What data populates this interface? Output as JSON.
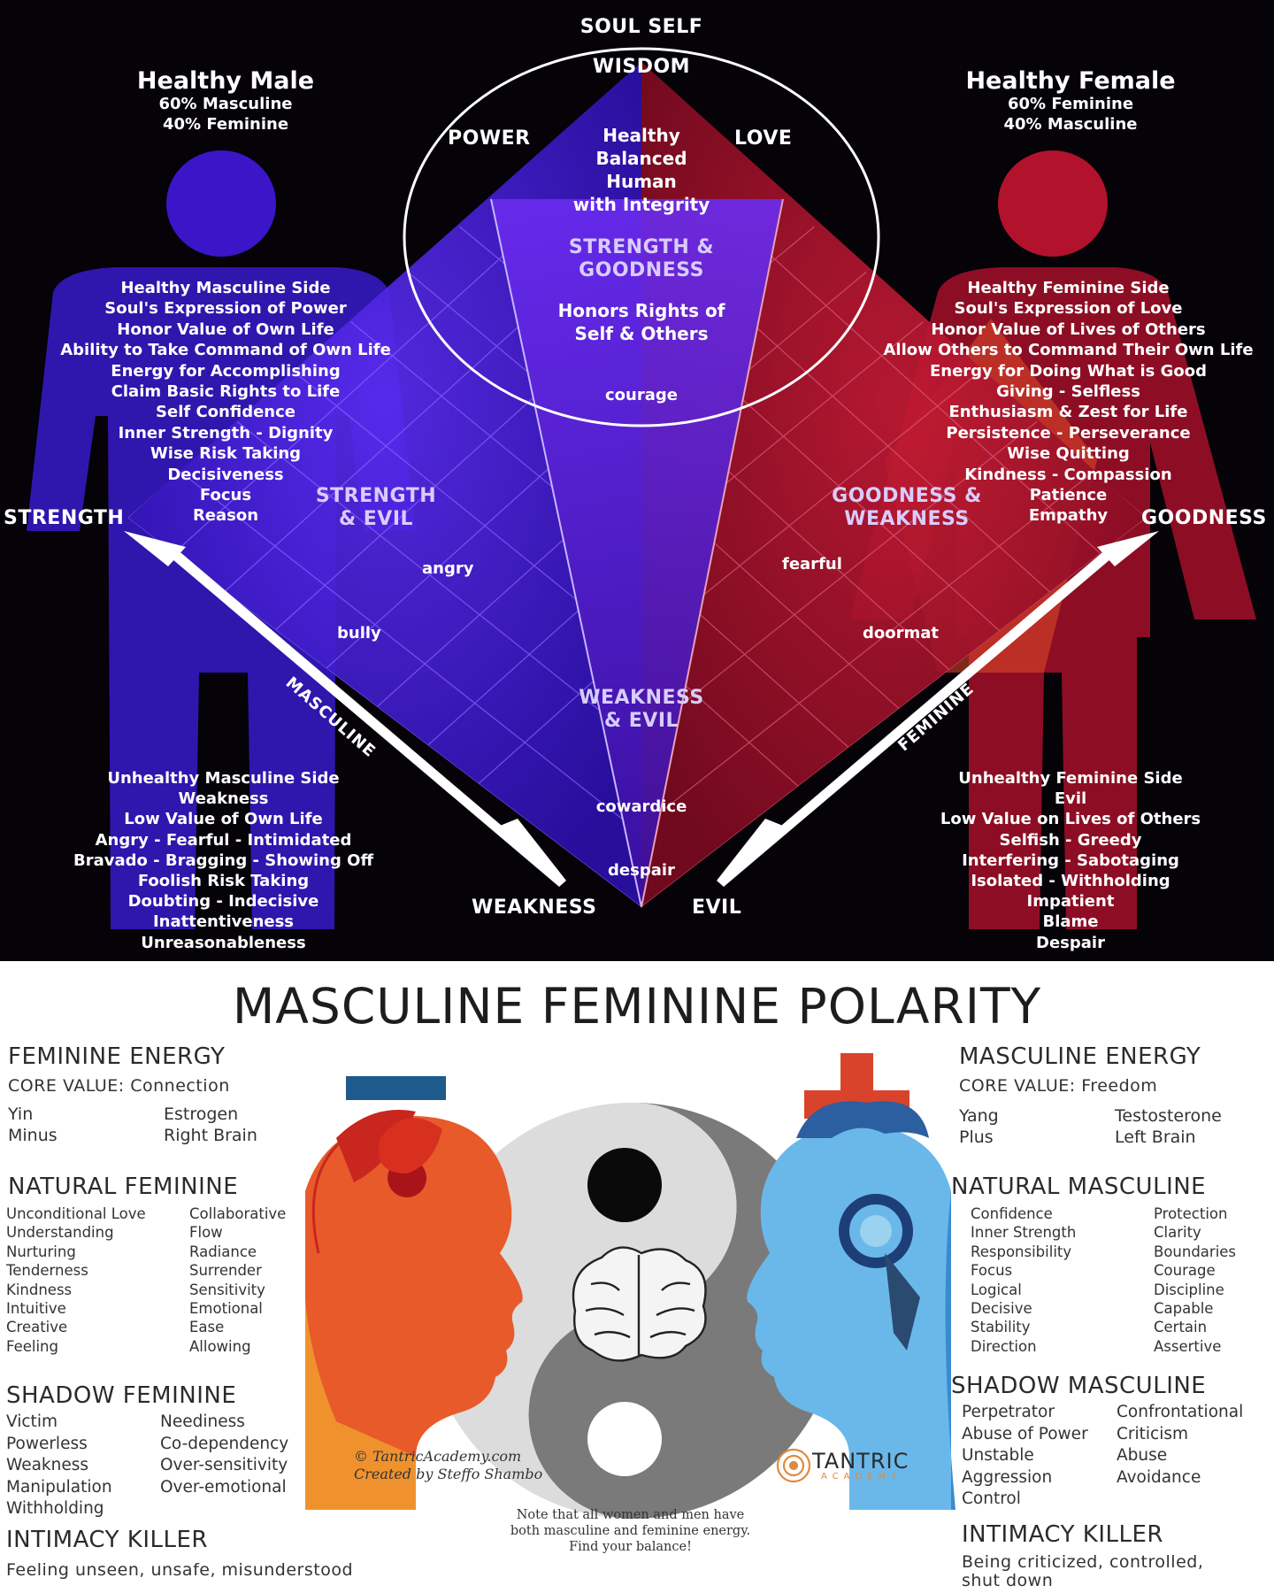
{
  "top": {
    "soul_self": "SOUL SELF",
    "wisdom": "WISDOM",
    "power": "POWER",
    "love": "LOVE",
    "center_lines": [
      "Healthy",
      "Balanced",
      "Human",
      "with Integrity"
    ],
    "strength_goodness": [
      "STRENGTH &",
      "GOODNESS"
    ],
    "honors": [
      "Honors Rights of",
      "Self & Others"
    ],
    "courage": "courage",
    "healthy_male": {
      "title": "Healthy Male",
      "lines": [
        "60% Masculine",
        "40% Feminine"
      ]
    },
    "healthy_female": {
      "title": "Healthy Female",
      "lines": [
        "60% Feminine",
        "40% Masculine"
      ]
    },
    "healthy_masculine_side": [
      "Healthy Masculine Side",
      "Soul's Expression of Power",
      "Honor Value of Own Life",
      "Ability to Take Command of Own Life",
      "Energy for Accomplishing",
      "Claim Basic Rights to Life",
      "Self Confidence",
      "Inner Strength - Dignity",
      "Wise Risk Taking",
      "Decisiveness",
      "Focus",
      "Reason"
    ],
    "healthy_feminine_side": [
      "Healthy Feminine Side",
      "Soul's Expression of Love",
      "Honor Value of Lives of Others",
      "Allow Others to Command Their Own Life",
      "Energy for Doing What is Good",
      "Giving - Selfless",
      "Enthusiasm & Zest for Life",
      "Persistence - Perseverance",
      "Wise Quitting",
      "Kindness - Compassion",
      "Patience",
      "Empathy"
    ],
    "strength": "STRENGTH",
    "goodness": "GOODNESS",
    "strength_evil": [
      "STRENGTH",
      "& EVIL"
    ],
    "goodness_weakness": [
      "GOODNESS &",
      "WEAKNESS"
    ],
    "angry": "angry",
    "bully": "bully",
    "fearful": "fearful",
    "doormat": "doormat",
    "weakness_evil": [
      "WEAKNESS",
      "& EVIL"
    ],
    "cowardice": "cowardice",
    "despair": "despair",
    "weakness": "WEAKNESS",
    "evil": "EVIL",
    "masculine_axis": "MASCULINE",
    "feminine_axis": "FEMININE",
    "unhealthy_masculine_side": [
      "Unhealthy Masculine  Side",
      "Weakness",
      "Low Value of Own Life",
      "Angry - Fearful - Intimidated",
      "Bravado - Bragging - Showing Off",
      "Foolish Risk Taking",
      "Doubting - Indecisive",
      "Inattentiveness",
      "Unreasonableness"
    ],
    "unhealthy_feminine_side": [
      "Unhealthy Feminine Side",
      "Evil",
      "Low Value on Lives of Others",
      "Selfish - Greedy",
      "Interfering - Sabotaging",
      "Isolated - Withholding",
      "Impatient",
      "Blame",
      "Despair"
    ],
    "colors": {
      "male": "#3a16c8",
      "female": "#b3122c",
      "background": "#050208"
    }
  },
  "bottom": {
    "title": "MASCULINE FEMININE POLARITY",
    "feminine_energy": {
      "heading": "FEMININE ENERGY",
      "core_label": "CORE VALUE:",
      "core_value": "Connection",
      "col1": [
        "Yin",
        "Minus"
      ],
      "col2": [
        "Estrogen",
        "Right Brain"
      ]
    },
    "masculine_energy": {
      "heading": "MASCULINE ENERGY",
      "core_label": "CORE VALUE:",
      "core_value": "Freedom",
      "col1": [
        "Yang",
        "Plus"
      ],
      "col2": [
        "Testosterone",
        "Left Brain"
      ]
    },
    "natural_feminine": {
      "heading": "NATURAL FEMININE",
      "col1": [
        "Unconditional Love",
        "Understanding",
        "Nurturing",
        "Tenderness",
        "Kindness",
        "Intuitive",
        "Creative",
        "Feeling"
      ],
      "col2": [
        "Collaborative",
        "Flow",
        "Radiance",
        "Surrender",
        "Sensitivity",
        "Emotional",
        "Ease",
        "Allowing"
      ]
    },
    "natural_masculine": {
      "heading": "NATURAL MASCULINE",
      "col1": [
        "Confidence",
        "Inner Strength",
        "Responsibility",
        "Focus",
        "Logical",
        "Decisive",
        "Stability",
        "Direction"
      ],
      "col2": [
        "Protection",
        "Clarity",
        "Boundaries",
        "Courage",
        "Discipline",
        "Capable",
        "Certain",
        "Assertive"
      ]
    },
    "shadow_feminine": {
      "heading": "SHADOW FEMININE",
      "col1": [
        "Victim",
        "Powerless",
        "Weakness",
        "Manipulation",
        "Withholding"
      ],
      "col2": [
        "Neediness",
        "Co-dependency",
        "Over-sensitivity",
        "Over-emotional"
      ]
    },
    "shadow_masculine": {
      "heading": "SHADOW MASCULINE",
      "col1": [
        "Perpetrator",
        "Abuse of Power",
        "Unstable",
        "Aggression",
        "Control"
      ],
      "col2": [
        "Confrontational",
        "Criticism",
        "Abuse",
        "Avoidance"
      ]
    },
    "intimacy_killer_fem": {
      "heading": "INTIMACY KILLER",
      "text": "Feeling unseen, unsafe, misunderstood"
    },
    "intimacy_killer_masc": {
      "heading": "INTIMACY KILLER",
      "lines": [
        "Being criticized, controlled,",
        "shut down"
      ]
    },
    "credit": [
      "© TantricAcademy.com",
      "Created by Steffo Shambo"
    ],
    "logo": {
      "name": "TANTRIC",
      "sub": "ACADEMY"
    },
    "note": [
      "Note that all women and men have",
      "both masculine and feminine energy.",
      "Find your balance!"
    ],
    "colors": {
      "minus_bar": "#1f5a8c",
      "plus_sign": "#d9432b",
      "logo": "#e08a3c"
    },
    "icons": [
      "minus-sign-icon",
      "plus-sign-icon",
      "yin-yang-icon",
      "brain-icon",
      "feminine-face-icon",
      "masculine-face-icon",
      "tantric-logo-icon"
    ]
  }
}
